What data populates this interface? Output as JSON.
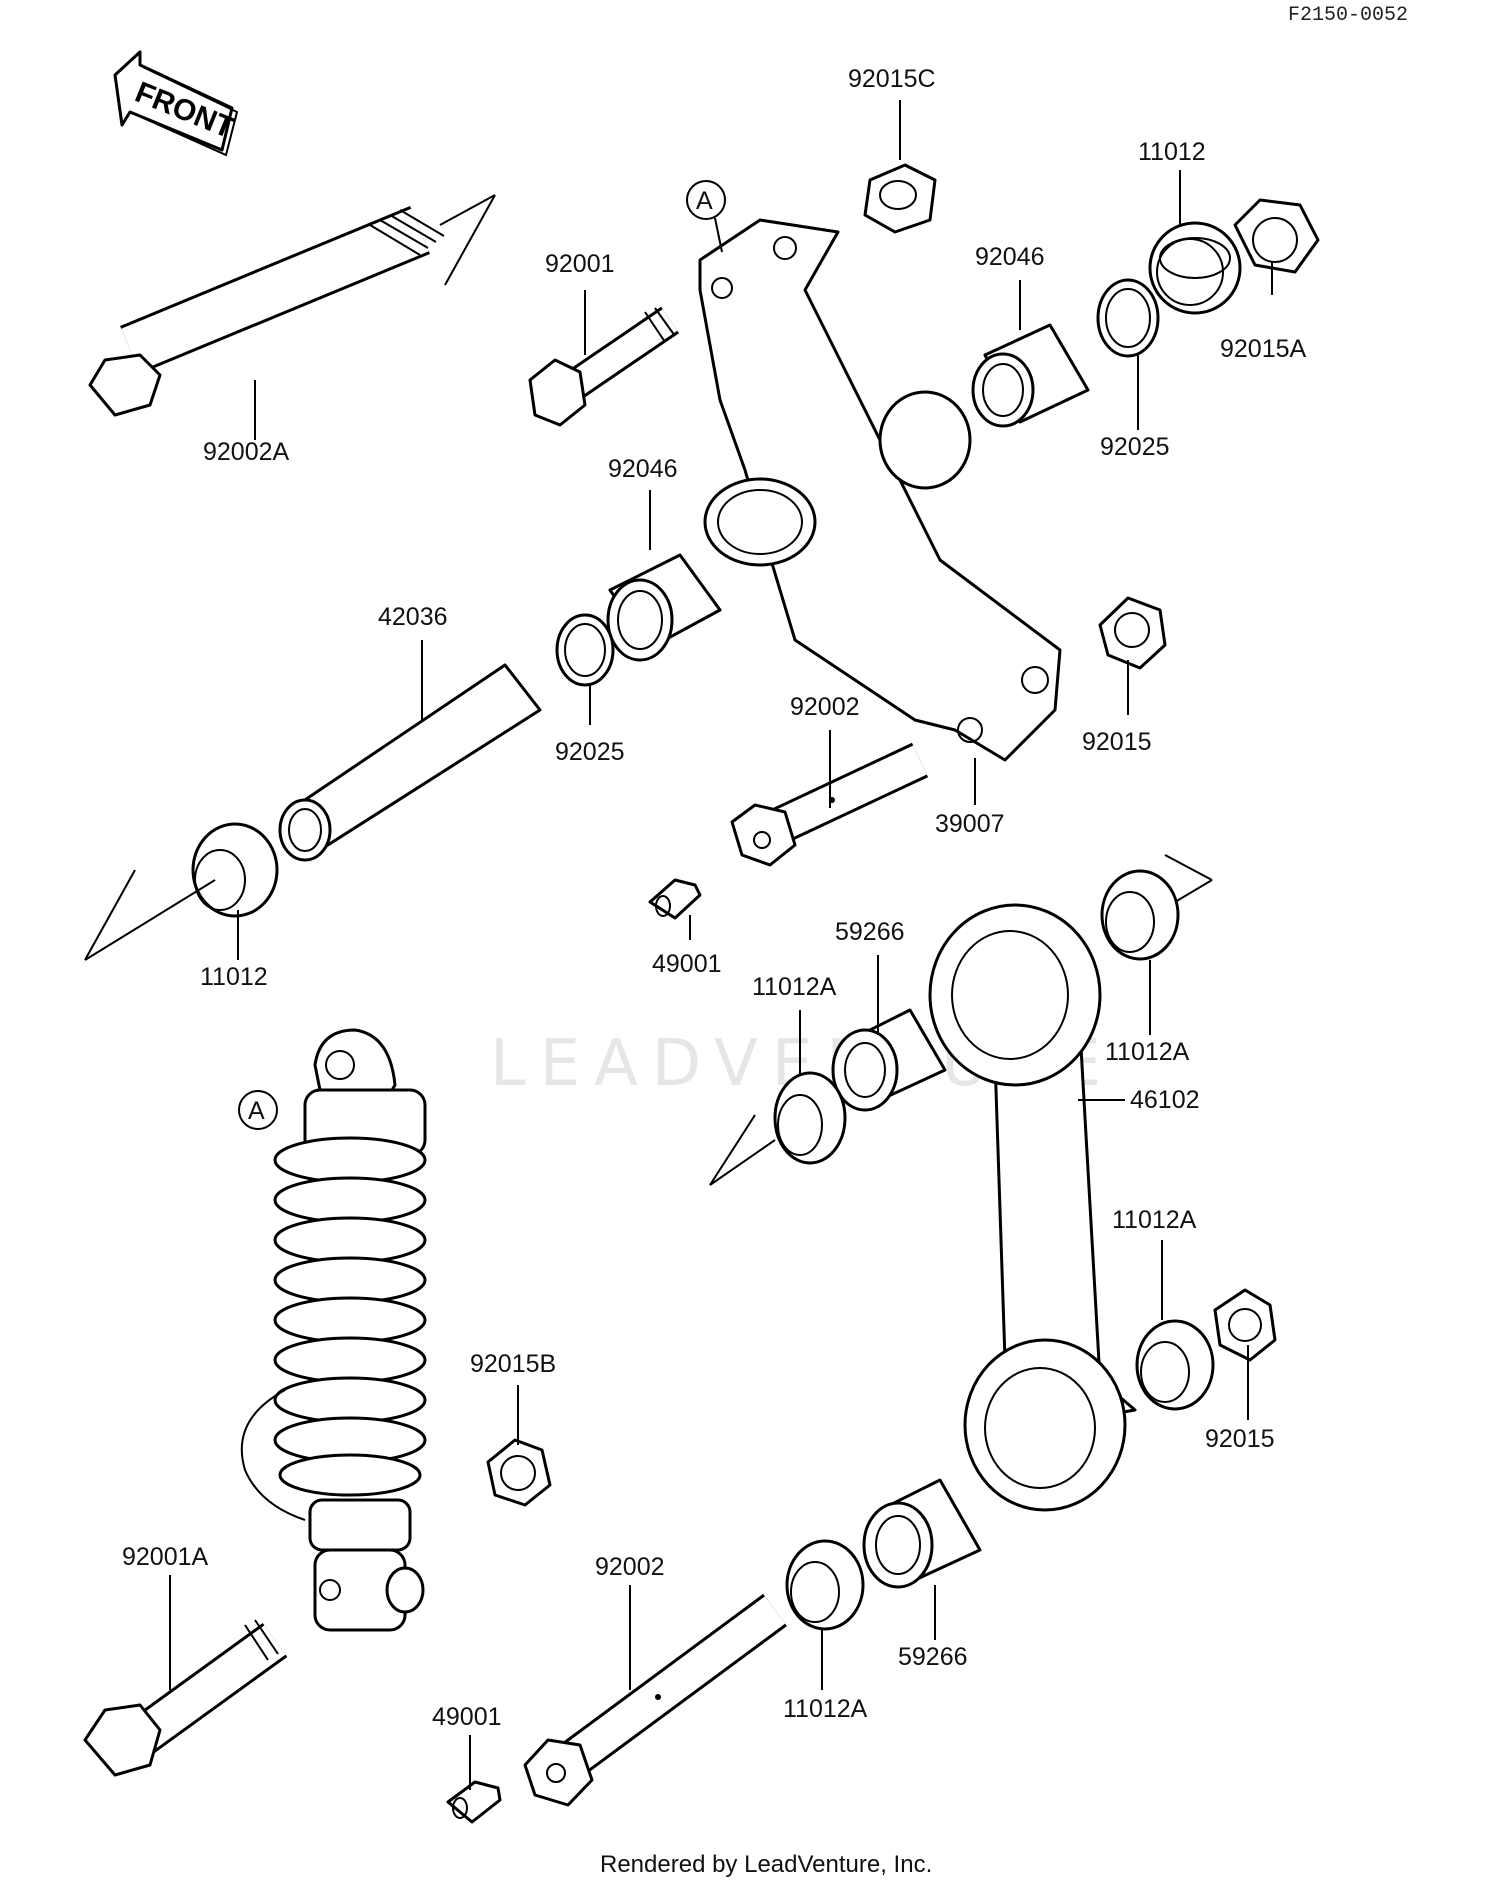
{
  "diagram_code": "F2150-0052",
  "front_arrow": {
    "label": "FRONT",
    "icon": "front-direction-arrow"
  },
  "ref_marker": "A",
  "watermark": "LEADVENTURE",
  "footer": "Rendered by LeadVenture, Inc.",
  "callouts": {
    "c92015C": "92015C",
    "c11012_top": "11012",
    "c92046_top": "92046",
    "c92015A": "92015A",
    "c92001": "92001",
    "c92002A": "92002A",
    "c92025_top": "92025",
    "c92046_mid": "92046",
    "c42036": "42036",
    "c92025_mid": "92025",
    "c92002_mid": "92002",
    "c92015_mid": "92015",
    "c39007": "39007",
    "c11012_left": "11012",
    "c49001_mid": "49001",
    "c59266_mid": "59266",
    "c11012A_mid": "11012A",
    "c11012A_right": "11012A",
    "c46102": "46102",
    "c92015B": "92015B",
    "c11012A_low": "11012A",
    "c92015_low": "92015",
    "c92001A": "92001A",
    "c92002_low": "92002",
    "c59266_low": "59266",
    "c11012A_bottom": "11012A",
    "c49001_low": "49001"
  }
}
